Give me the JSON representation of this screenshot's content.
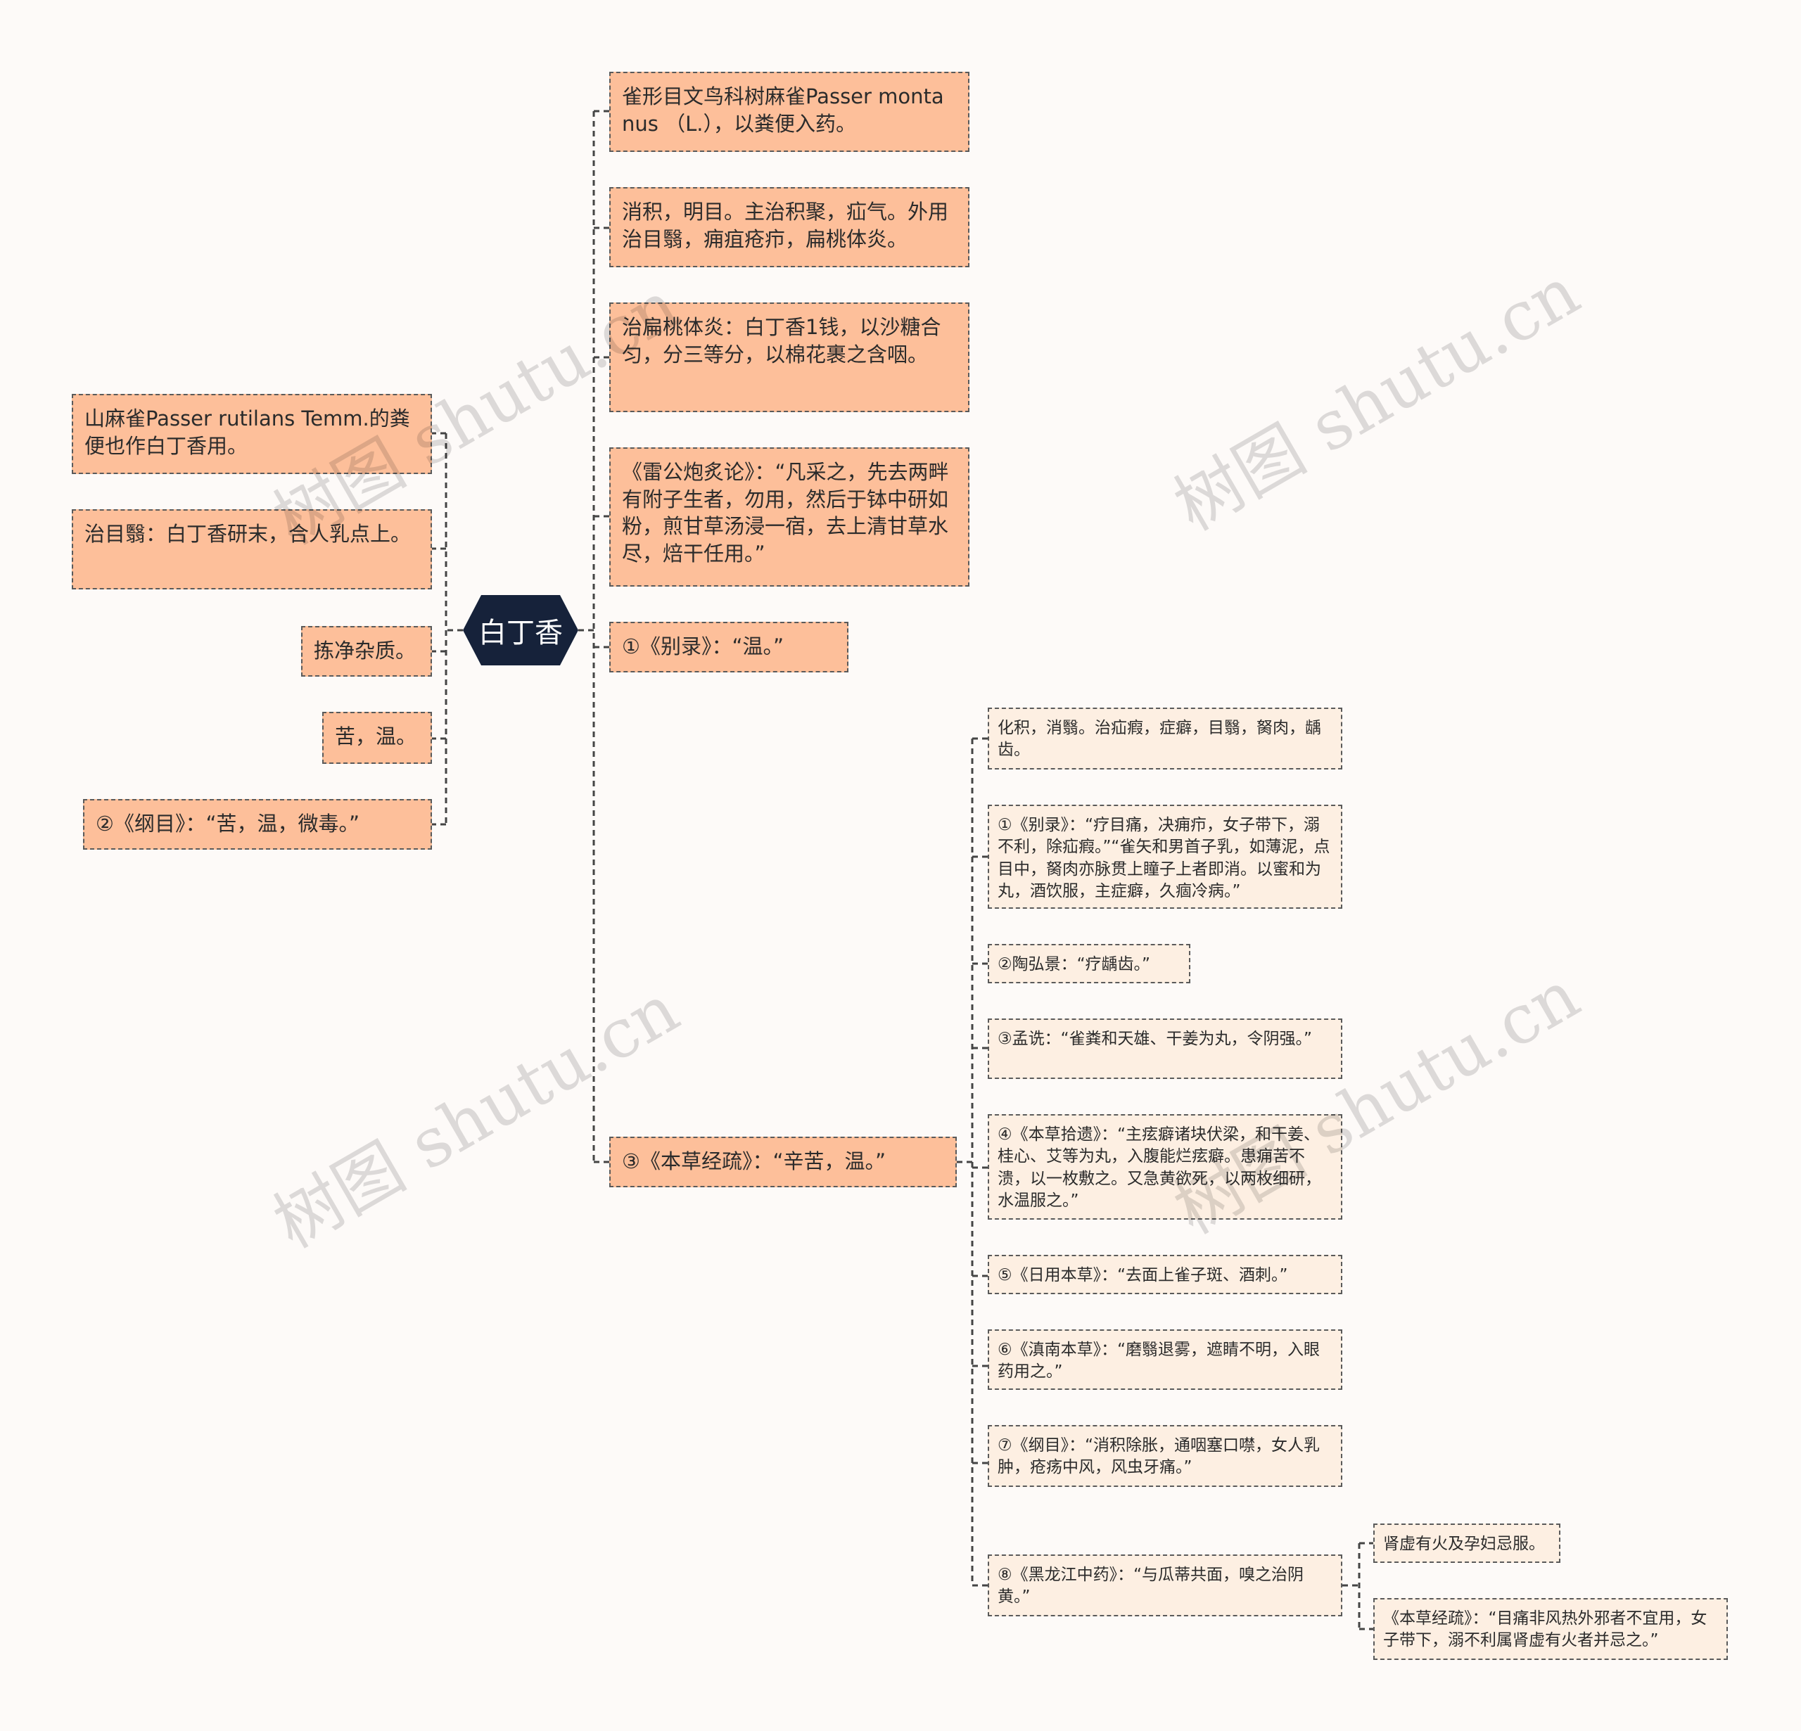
{
  "root": {
    "label": "白丁香"
  },
  "left_nodes": [
    "山麻雀Passer rutilans Temm.的粪便也作白丁香用。",
    "治目翳：白丁香研末，合人乳点上。",
    "拣净杂质。",
    "苦，温。",
    "②《纲目》：“苦，温，微毒。”"
  ],
  "right_nodes": [
    "雀形目文鸟科树麻雀Passer montanus （L.），以粪便入药。",
    "消积，明目。主治积聚，疝气。外用治目翳，痈疽疮疖，扁桃体炎。",
    "治扁桃体炎：白丁香1钱，以沙糖合匀，分三等分，以棉花裹之含咽。",
    "《雷公炮炙论》：“凡采之，先去两畔有附子生者，勿用，然后于钵中研如粉，煎甘草汤浸一宿，去上清甘草水尽，焙干任用。”",
    "①《别录》：“温。”",
    "③《本草经疏》：“辛苦，温。”"
  ],
  "sub_nodes": [
    "化积，消翳。治疝瘕，症癖，目翳，胬肉，龋齿。",
    "①《别录》：“疗目痛，决痈疖，女子带下，溺不利，除疝瘕。”“雀矢和男首子乳，如薄泥，点目中，胬肉亦脉贯上瞳子上者即消。以蜜和为丸，酒饮服，主症癖，久痼冷病。”",
    "②陶弘景：“疗龋齿。”",
    "③孟诜：“雀粪和天雄、干姜为丸，令阴强。”",
    "④《本草拾遗》：“主痃癖诸块伏梁，和干姜、桂心、艾等为丸，入腹能烂痃癖。患痈苦不溃，以一枚敷之。又急黄欲死，以两枚细研，水温服之。”",
    "⑤《日用本草》：“去面上雀子斑、酒刺。”",
    "⑥《滇南本草》：“磨翳退雾，遮睛不明，入眼药用之。”",
    "⑦《纲目》：“消积除胀，通咽塞口噤，女人乳肿，疮疡中风，风虫牙痛。”",
    "⑧《黑龙江中药》：“与瓜蒂共面，嗅之治阴黄。”"
  ],
  "leaf_nodes": [
    "肾虚有火及孕妇忌服。",
    "《本草经疏》：“目痛非风热外邪者不宜用，女子带下，溺不利属肾虚有火者并忌之。”"
  ],
  "watermark": "树图 shutu.cn",
  "colors": {
    "root_fill": "#16223a",
    "level1_fill": "#fdbf9a",
    "level2_fill": "#fdefe2",
    "border": "#5a5a5a",
    "background": "#fdfaf8"
  }
}
